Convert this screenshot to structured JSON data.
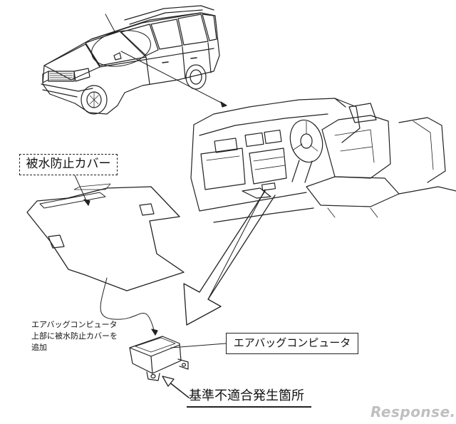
{
  "labels": {
    "waterproof_cover": "被水防止カバー",
    "note_line1": "エアバッグコンピュータ",
    "note_line2": "上部に被水防止カバーを",
    "note_line3": "追加",
    "airbag_computer": "エアバッグコンピュータ",
    "defect_location": "基準不適合発生箇所"
  },
  "watermark": "Response.",
  "colors": {
    "line": "#222222",
    "watermark": "#bfbfbf"
  }
}
